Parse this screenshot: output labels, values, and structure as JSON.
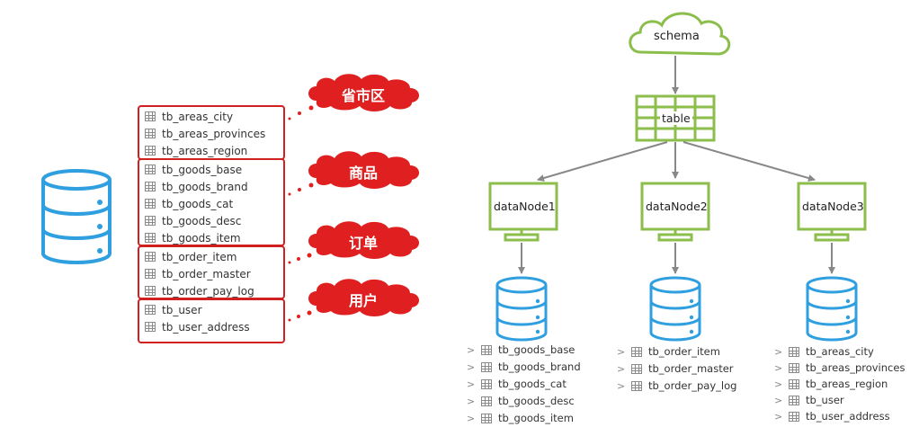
{
  "groups": [
    {
      "label": "省市区",
      "tables": [
        "tb_areas_city",
        "tb_areas_provinces",
        "tb_areas_region"
      ]
    },
    {
      "label": "商品",
      "tables": [
        "tb_goods_base",
        "tb_goods_brand",
        "tb_goods_cat",
        "tb_goods_desc",
        "tb_goods_item"
      ]
    },
    {
      "label": "订单",
      "tables": [
        "tb_order_item",
        "tb_order_master",
        "tb_order_pay_log"
      ]
    },
    {
      "label": "用户",
      "tables": [
        "tb_user",
        "tb_user_address"
      ]
    }
  ],
  "schema_label": "schema",
  "table_label": "table",
  "nodes": [
    {
      "label": "dataNode1",
      "tables": [
        "tb_goods_base",
        "tb_goods_brand",
        "tb_goods_cat",
        "tb_goods_desc",
        "tb_goods_item"
      ]
    },
    {
      "label": "dataNode2",
      "tables": [
        "tb_order_item",
        "tb_order_master",
        "tb_order_pay_log"
      ]
    },
    {
      "label": "dataNode3",
      "tables": [
        "tb_areas_city",
        "tb_areas_provinces",
        "tb_areas_region",
        "tb_user",
        "tb_user_address"
      ]
    }
  ],
  "colors": {
    "red": "#d0201f",
    "green": "#8cbe4b",
    "blue": "#2f9fe0",
    "arrow": "#888888"
  },
  "icons": {
    "database": "database-icon",
    "table": "table-icon",
    "cloud": "cloud-icon",
    "monitor": "monitor-icon",
    "chevron": "chevron-right-icon"
  }
}
